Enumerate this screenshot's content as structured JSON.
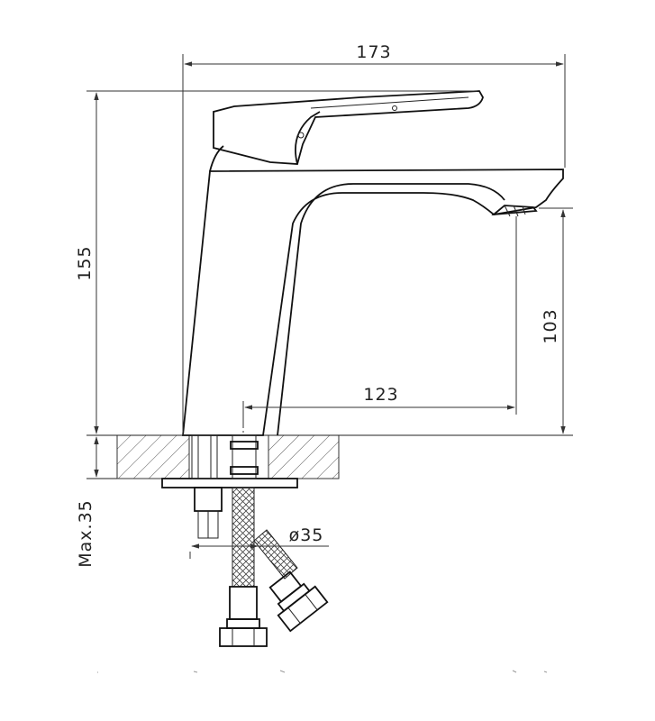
{
  "drawing": {
    "dimensions": {
      "width_label": "173",
      "height_label": "155",
      "spout_height_label": "103",
      "reach_label": "123",
      "max_thickness_label": "Max.35",
      "hole_diameter_label": "ø35"
    }
  }
}
